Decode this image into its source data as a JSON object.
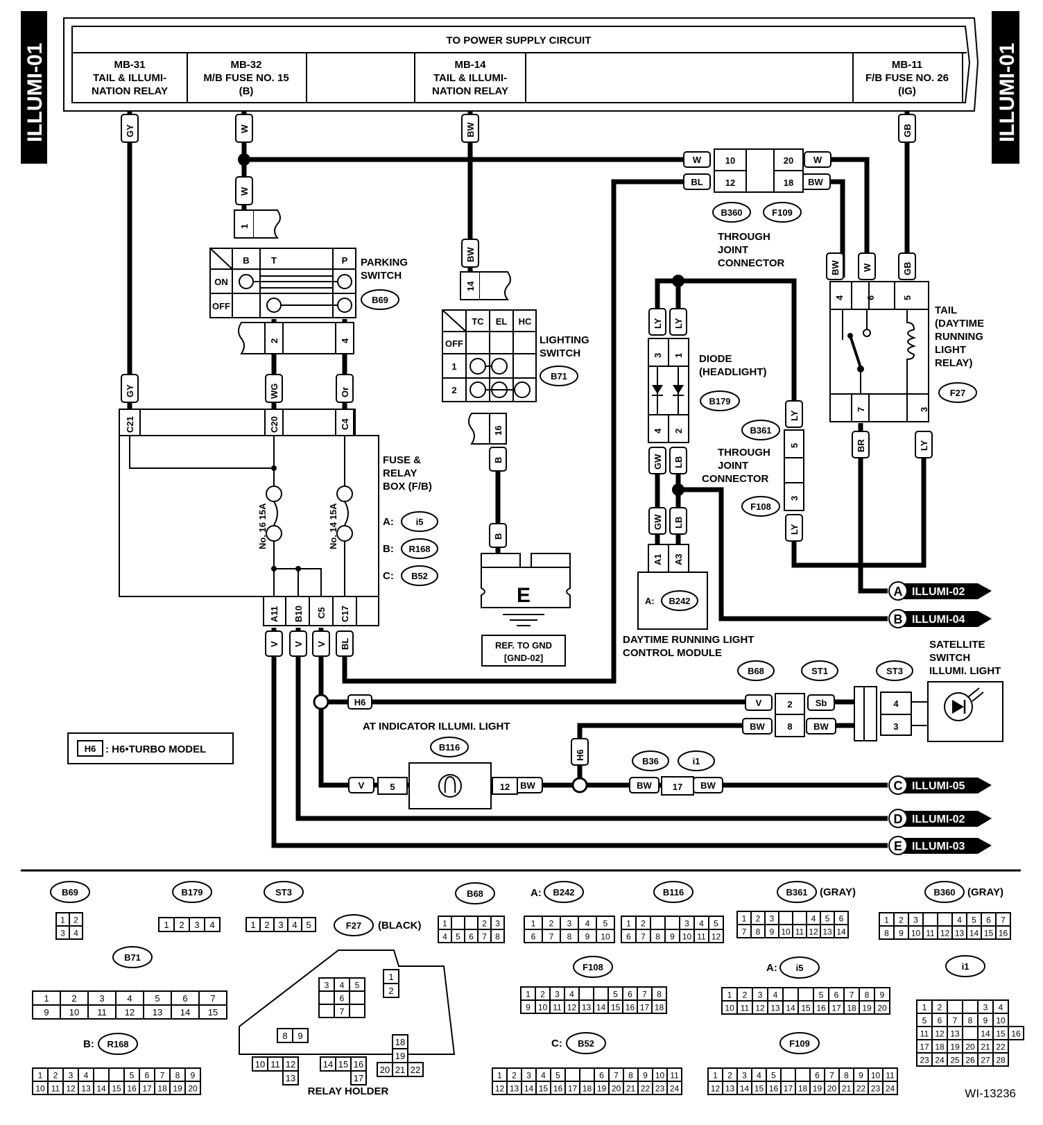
{
  "sheet_id": "ILLUMI-01",
  "figure_no": "WI-13236",
  "power_header": "TO POWER SUPPLY CIRCUIT",
  "supplies": [
    {
      "id": "MB-31",
      "line1": "TAIL & ILLUMI-",
      "line2": "NATION RELAY"
    },
    {
      "id": "MB-32",
      "line1": "M/B FUSE NO. 15",
      "line2": "(B)"
    },
    {
      "id": "MB-14",
      "line1": "TAIL & ILLUMI-",
      "line2": "NATION RELAY"
    },
    {
      "id": "MB-11",
      "line1": "F/B FUSE NO. 26",
      "line2": "(IG)"
    }
  ],
  "components": {
    "parking_switch": {
      "name1": "PARKING",
      "name2": "SWITCH",
      "conn": "B69",
      "cols": [
        "B",
        "T",
        "P"
      ],
      "rows": [
        "ON",
        "OFF"
      ],
      "pin_top": "1",
      "pins_bottom": [
        "2",
        "4"
      ]
    },
    "lighting_switch": {
      "name1": "LIGHTING",
      "name2": "SWITCH",
      "conn": "B71",
      "cols": [
        "TC",
        "EL",
        "HC"
      ],
      "rows": [
        "OFF",
        "1",
        "2"
      ],
      "pin_top": "14",
      "pin_bottom": "16"
    },
    "through_joint_top": {
      "name1": "THROUGH",
      "name2": "JOINT",
      "name3": "CONNECTOR",
      "conn1": "B360",
      "conn2": "F109",
      "pins_left": [
        "10",
        "12"
      ],
      "pins_right": [
        "20",
        "18"
      ]
    },
    "diode": {
      "name1": "DIODE",
      "name2": "(HEADLIGHT)",
      "conn": "B179",
      "pins_top": [
        "3",
        "1"
      ],
      "pins_bottom": [
        "4",
        "2"
      ]
    },
    "through_joint_mid": {
      "name1": "THROUGH",
      "name2": "JOINT",
      "name3": "CONNECTOR",
      "conn1": "B361",
      "conn2": "F108",
      "pins": [
        "5",
        "3"
      ]
    },
    "tail_relay": {
      "name1": "TAIL",
      "name2": "(DAYTIME",
      "name3": "RUNNING",
      "name4": "LIGHT",
      "name5": "RELAY)",
      "conn": "F27",
      "pins_top": [
        "4",
        "6",
        "5"
      ],
      "pins_bottom": [
        "7",
        "3"
      ]
    },
    "fuse_box": {
      "name1": "FUSE &",
      "name2": "RELAY",
      "name3": "BOX (F/B)",
      "conns": [
        {
          "k": "A:",
          "v": "i5"
        },
        {
          "k": "B:",
          "v": "R168"
        },
        {
          "k": "C:",
          "v": "B52"
        }
      ],
      "fuse1": "No. 16 15A",
      "fuse2": "No. 14 15A",
      "pins_top": [
        "C21",
        "C20",
        "C4"
      ],
      "pins_bottom": [
        "A11",
        "B10",
        "C5",
        "C17"
      ]
    },
    "ground": {
      "letter": "E",
      "ref1": "REF. TO GND",
      "ref2": "[GND-02]"
    },
    "drl_module": {
      "name1": "DAYTIME RUNNING LIGHT",
      "name2": "CONTROL MODULE",
      "conn_key": "A:",
      "conn": "B242",
      "pins": [
        "A1",
        "A3"
      ]
    },
    "at_indicator": {
      "name": "AT INDICATOR ILLUMI. LIGHT",
      "conn": "B116",
      "pin_l": "5",
      "pin_r": "12"
    },
    "satellite": {
      "name1": "SATELLITE",
      "name2": "SWITCH",
      "name3": "ILLUMI. LIGHT",
      "conns": [
        "B68",
        "ST1",
        "ST3"
      ],
      "pins_left": [
        "2",
        "8"
      ],
      "pins_right": [
        "4",
        "3"
      ]
    },
    "b36_i1": {
      "conns": [
        "B36",
        "i1"
      ],
      "pin": "17"
    }
  },
  "wires": {
    "GY": "GY",
    "W": "W",
    "BW": "BW",
    "GB": "GB",
    "BL": "BL",
    "LY": "LY",
    "WG": "WG",
    "Or": "Or",
    "B": "B",
    "GW": "GW",
    "LB": "LB",
    "BR": "BR",
    "V": "V",
    "Sb": "Sb"
  },
  "h6_tag": "H6",
  "legend_text": ": H6•TURBO MODEL",
  "outputs": [
    {
      "letter": "A",
      "label": "ILLUMI-02"
    },
    {
      "letter": "B",
      "label": "ILLUMI-04"
    },
    {
      "letter": "C",
      "label": "ILLUMI-05"
    },
    {
      "letter": "D",
      "label": "ILLUMI-02"
    },
    {
      "letter": "E",
      "label": "ILLUMI-03"
    }
  ],
  "connector_views": {
    "B69": "B69",
    "B179": "B179",
    "ST3": "ST3",
    "F27": "F27",
    "F27_note": "(BLACK)",
    "B68": "B68",
    "B242": "B242",
    "B242_key": "A:",
    "B116": "B116",
    "B361": "B361",
    "B361_note": "(GRAY)",
    "B360": "B360",
    "B360_note": "(GRAY)",
    "B71": "B71",
    "R168": "R168",
    "R168_key": "B:",
    "F108": "F108",
    "i5": "i5",
    "i5_key": "A:",
    "i1": "i1",
    "B52": "B52",
    "B52_key": "C:",
    "F109": "F109",
    "relay_holder": "RELAY HOLDER"
  }
}
